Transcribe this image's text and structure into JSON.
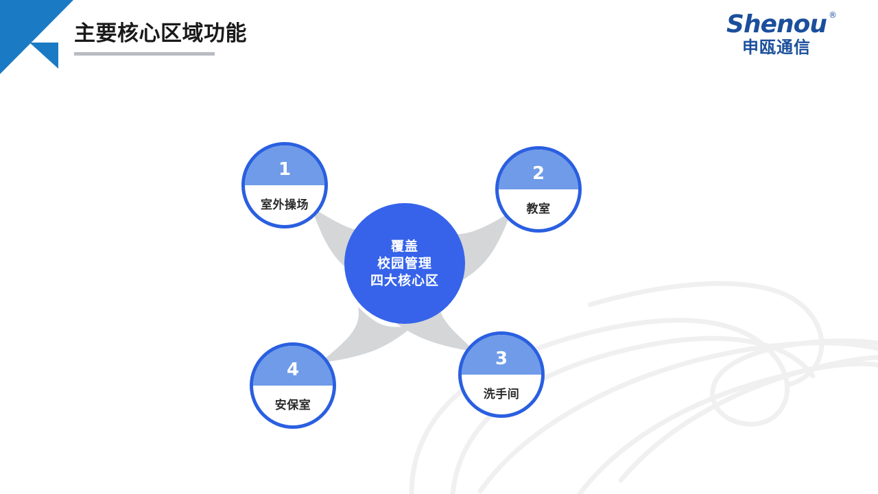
{
  "slide": {
    "title": "主要核心区域功能",
    "background_color": "#ffffff",
    "accent_color": "#1b7ac4",
    "ring_color": "#2a5fe0",
    "badge_color": "#6f9be8",
    "center_color": "#3663ea",
    "connector_color": "#d4d6d8"
  },
  "logo": {
    "wordmark": "Shenou",
    "registered_mark": "®",
    "chinese": "申瓯通信",
    "color": "#1b4f9c"
  },
  "diagram": {
    "center": {
      "lines": [
        "覆盖",
        "校园管理",
        "四大核心区"
      ]
    },
    "nodes": [
      {
        "number": "1",
        "label": "室外操场"
      },
      {
        "number": "2",
        "label": "教室"
      },
      {
        "number": "3",
        "label": "洗手间"
      },
      {
        "number": "4",
        "label": "安保室"
      }
    ]
  }
}
